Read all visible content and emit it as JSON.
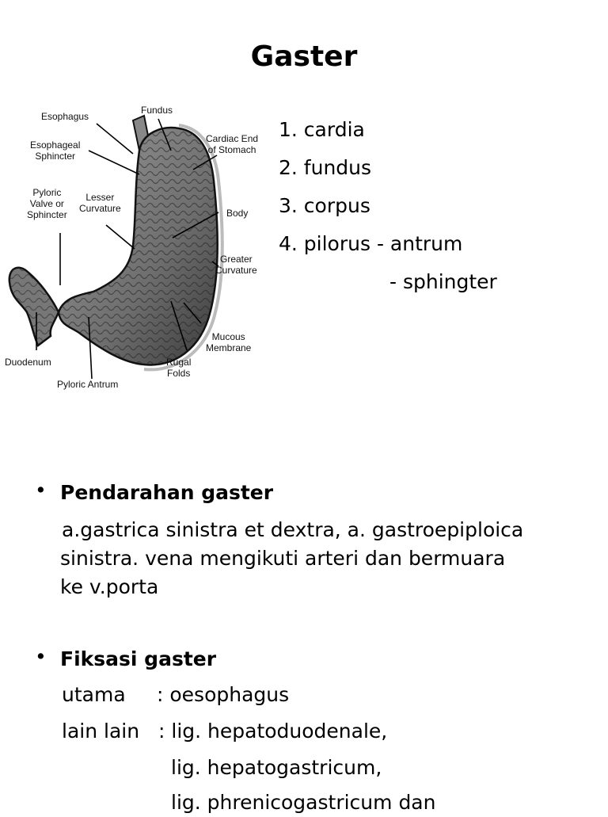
{
  "slide": {
    "title": "Gaster"
  },
  "diagram_labels": {
    "esophagus": "Esophagus",
    "fundus": "Fundus",
    "esophageal_sphincter": "Esophageal\nSphincter",
    "cardiac_end": "Cardiac End\nof Stomach",
    "pyloric_valve": "Pyloric\nValve or\nSphincter",
    "lesser_curvature": "Lesser\nCurvature",
    "body": "Body",
    "greater_curvature": "Greater\nCurvature",
    "mucous_membrane": "Mucous\nMembrane",
    "duodenum": "Duodenum",
    "rugal_folds": "Rugal\nFolds",
    "pyloric_antrum": "Pyloric Antrum"
  },
  "parts": [
    "1. cardia",
    "2. fundus",
    "3. corpus",
    "4. pilorus - antrum",
    "- sphingter"
  ],
  "pendarahan": {
    "heading": "Pendarahan gaster",
    "lines": [
      "a.gastrica sinistra et dextra, a. gastroepiploica",
      "sinistra. vena mengikuti arteri dan bermuara",
      "ke v.porta"
    ]
  },
  "fiksasi": {
    "heading": "Fiksasi gaster",
    "utama_label": "utama",
    "utama_value": ": oesophagus",
    "lain_label": "lain lain",
    "lain_lines": [
      ": lig. hepatoduodenale,",
      "lig. hepatogastricum,",
      "lig. phrenicogastricum dan"
    ]
  }
}
